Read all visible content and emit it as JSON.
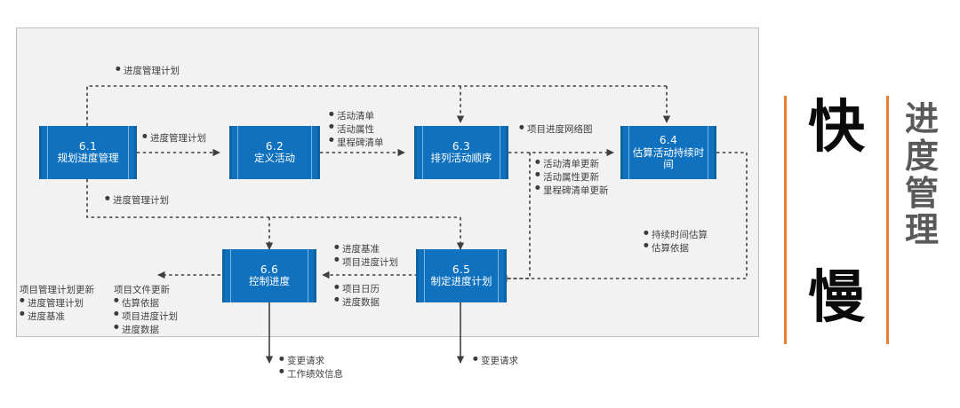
{
  "diagram": {
    "title_banner": {
      "fast_char": "快",
      "slow_char": "慢",
      "vertical_title": [
        "进",
        "度",
        "管",
        "理"
      ],
      "bar_color": "#ED7D31",
      "char_color": "#0B0B0B",
      "title_color": "#595959"
    },
    "panel": {
      "background": "#F2F2F2",
      "border_color": "#BFBFBF"
    },
    "box_color": "#1072BF",
    "boxes": [
      {
        "id": "6.1",
        "num": "6.1",
        "title": "规划进度管理"
      },
      {
        "id": "6.2",
        "num": "6.2",
        "title": "定义活动"
      },
      {
        "id": "6.3",
        "num": "6.3",
        "title": "排列活动顺序"
      },
      {
        "id": "6.4",
        "num": "6.4",
        "title": "估算活动持续时间"
      },
      {
        "id": "6.5",
        "num": "6.5",
        "title": "制定进度计划"
      },
      {
        "id": "6.6",
        "num": "6.6",
        "title": "控制进度"
      }
    ],
    "labels": {
      "top_bus": {
        "items": [
          "进度管理计划"
        ]
      },
      "plan_to_define": {
        "items": [
          "进度管理计划"
        ]
      },
      "define_outputs": {
        "items": [
          "活动清单",
          "活动属性",
          "里程碑清单"
        ]
      },
      "sequence_output": {
        "items": [
          "项目进度网络图"
        ]
      },
      "sequence_updates": {
        "items": [
          "活动清单更新",
          "活动属性更新",
          "里程碑清单更新"
        ]
      },
      "lower_bus": {
        "items": [
          "进度管理计划"
        ]
      },
      "duration_estimates": {
        "items": [
          "持续时间估算",
          "估算依据"
        ]
      },
      "schedule_to_control_top": {
        "items": [
          "进度基准",
          "项目进度计划"
        ]
      },
      "schedule_to_control_bottom": {
        "items": [
          "项目日历",
          "进度数据"
        ]
      },
      "pm_plan_updates": {
        "header": "项目管理计划更新",
        "items": [
          "进度管理计划",
          "进度基准"
        ]
      },
      "project_doc_updates": {
        "header": "项目文件更新",
        "items": [
          "估算依据",
          "项目进度计划",
          "进度数据"
        ]
      },
      "control_outputs": {
        "items": [
          "变更请求",
          "工作绩效信息"
        ]
      },
      "schedule_outputs": {
        "items": [
          "变更请求"
        ]
      }
    }
  }
}
